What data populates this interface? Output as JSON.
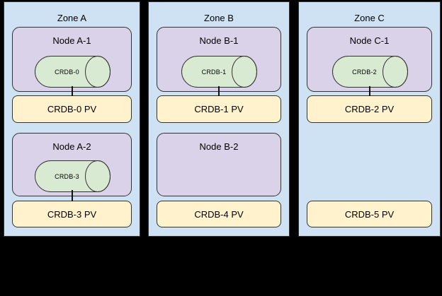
{
  "colors": {
    "canvas_bg": "#000000",
    "zone_fill": "#cfe2f3",
    "node_fill": "#d9d2e9",
    "pod_fill": "#d9ead3",
    "pv_fill": "#fff2cc",
    "border": "#333333",
    "text": "#000000"
  },
  "zones": [
    {
      "title": "Zone A",
      "nodes": [
        {
          "label": "Node A-1",
          "pod": "CRDB-0"
        },
        {
          "label": "Node A-2",
          "pod": "CRDB-3"
        }
      ],
      "pvs": [
        {
          "label": "CRDB-0 PV",
          "connected": true
        },
        {
          "label": "CRDB-3 PV",
          "connected": true
        }
      ]
    },
    {
      "title": "Zone B",
      "nodes": [
        {
          "label": "Node B-1",
          "pod": "CRDB-1"
        },
        {
          "label": "Node B-2",
          "pod": null
        }
      ],
      "pvs": [
        {
          "label": "CRDB-1 PV",
          "connected": true
        },
        {
          "label": "CRDB-4 PV",
          "connected": false
        }
      ]
    },
    {
      "title": "Zone C",
      "nodes": [
        {
          "label": "Node C-1",
          "pod": "CRDB-2"
        }
      ],
      "pvs": [
        {
          "label": "CRDB-2 PV",
          "connected": true
        },
        {
          "label": "CRDB-5 PV",
          "connected": false
        }
      ]
    }
  ]
}
